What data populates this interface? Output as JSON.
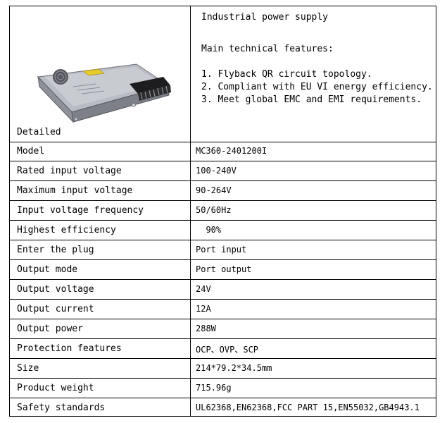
{
  "header": {
    "title": "Industrial power supply",
    "features_heading": "Main technical features:",
    "features": [
      "1. Flyback QR circuit topology.",
      "2. Compliant with EU VI energy efficiency.",
      "3. Meet global EMC and EMI requirements."
    ],
    "photo_caption": "Detailed"
  },
  "specs": [
    {
      "label": "Model",
      "value": "MC360-2401200I"
    },
    {
      "label": "Rated input voltage",
      "value": "100-240V"
    },
    {
      "label": "Maximum input voltage",
      "value": "90-264V"
    },
    {
      "label": "Input voltage frequency",
      "value": "50/60Hz"
    },
    {
      "label": "Highest efficiency",
      "value": "  90%"
    },
    {
      "label": "Enter the plug",
      "value": "Port input"
    },
    {
      "label": "Output mode",
      "value": "Port output"
    },
    {
      "label": "Output voltage",
      "value": "24V"
    },
    {
      "label": "Output current",
      "value": "12A"
    },
    {
      "label": "Output power",
      "value": "288W"
    },
    {
      "label": "Protection features",
      "value": "OCP、OVP、SCP"
    },
    {
      "label": "Size",
      "value": "214*79.2*34.5mm"
    },
    {
      "label": "Product weight",
      "value": "715.96g"
    },
    {
      "label": "Safety standards",
      "value": "UL62368,EN62368,FCC PART 15,EN55032,GB4943.1"
    }
  ]
}
